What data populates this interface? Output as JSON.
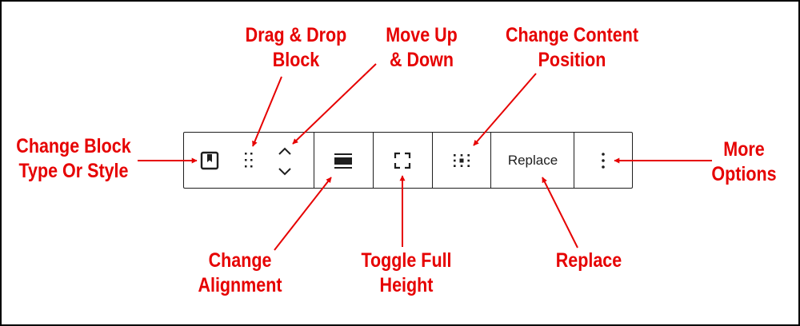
{
  "toolbar": {
    "replace_label": "Replace",
    "icons": {
      "block_type": "bookmark-block-icon",
      "drag": "drag-handle-icon",
      "move_up": "chevron-up-icon",
      "move_down": "chevron-down-icon",
      "alignment": "align-wide-icon",
      "full_height": "fullscreen-icon",
      "content_position": "content-position-grid-icon",
      "more": "more-vertical-icon"
    }
  },
  "annotations": {
    "drag_drop": [
      "Drag & Drop",
      "Block"
    ],
    "move": [
      "Move Up",
      "& Down"
    ],
    "content_position": [
      "Change Content",
      "Position"
    ],
    "block_type": [
      "Change Block",
      "Type Or Style"
    ],
    "more_options": [
      "More",
      "Options"
    ],
    "alignment": [
      "Change",
      "Alignment"
    ],
    "full_height": [
      "Toggle Full",
      "Height"
    ],
    "replace": [
      "Replace"
    ]
  },
  "colors": {
    "annotation": "#e60000",
    "toolbar_border": "#1e1e1e",
    "icon": "#1e1e1e"
  }
}
